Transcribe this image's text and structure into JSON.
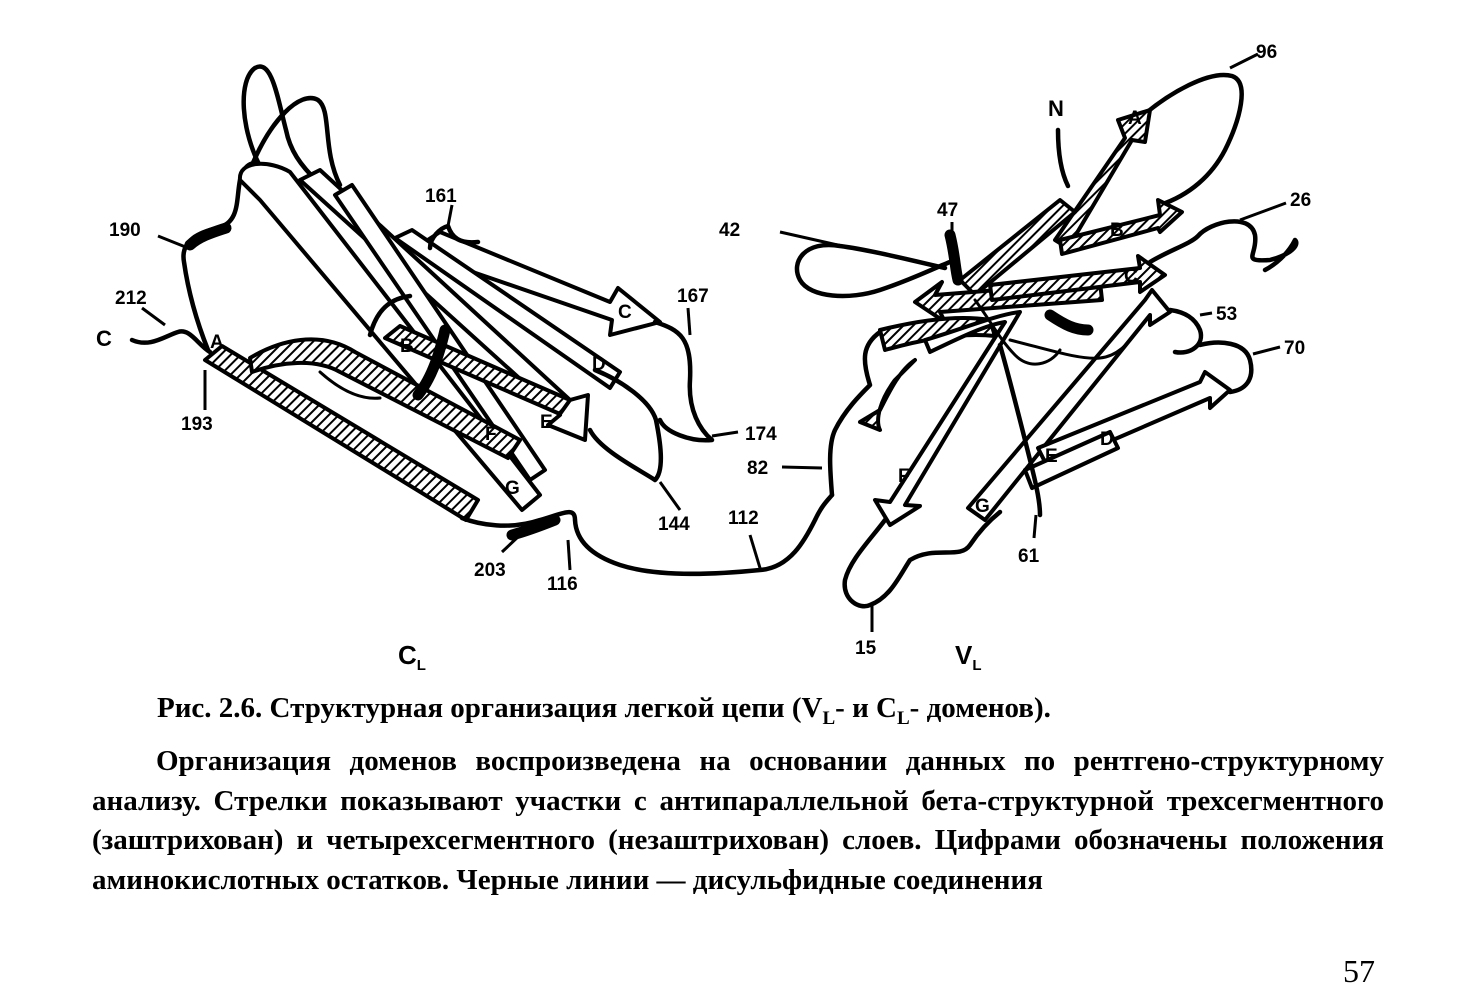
{
  "figure": {
    "residue_labels": {
      "n_terminus": "N",
      "c_terminus": "C",
      "r96": "96",
      "r47": "47",
      "r26": "26",
      "r42": "42",
      "r53": "53",
      "r70": "70",
      "r82": "82",
      "r61": "61",
      "r15": "15",
      "r112": "112",
      "r161": "161",
      "r167": "167",
      "r174": "174",
      "r144": "144",
      "r190": "190",
      "r212": "212",
      "r193": "193",
      "r203": "203",
      "r116": "116"
    },
    "domain_labels": {
      "cl_main": "C",
      "cl_sub": "L",
      "vl_main": "V",
      "vl_sub": "L"
    },
    "strand_letters": [
      "A",
      "B",
      "C",
      "D",
      "E",
      "F",
      "G"
    ]
  },
  "caption": {
    "label": "Рис. 2.6.",
    "title_part1": "Структурная организация легкой цепи (V",
    "sub1": "L",
    "title_part2": "- и C",
    "sub2": "L",
    "title_part3": "- доменов).",
    "body": "Организация доменов воспроизведена на основании данных по рентгено-структурному анализу. Стрелки показывают участки с антипараллельной бета-структурной трехсегментного (заштрихован) и четырехсегментного (незаштрихован) слоев. Цифрами обозначены положения аминокислотных остатков. Черные линии — дисульфидные соединения"
  },
  "page_number": "57"
}
